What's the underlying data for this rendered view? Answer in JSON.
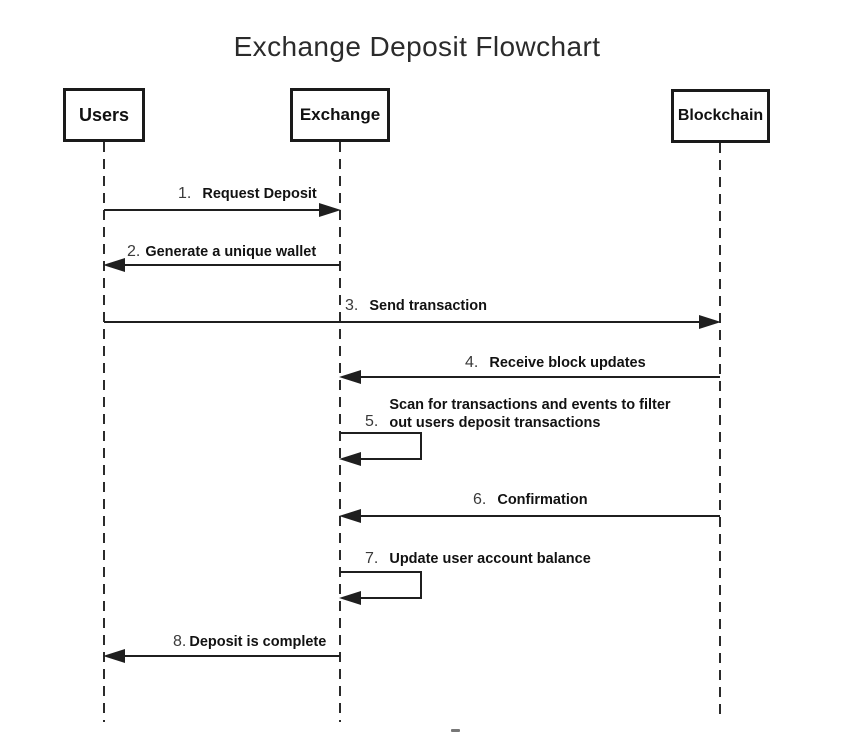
{
  "diagram": {
    "title": "Exchange Deposit Flowchart",
    "type": "sequence-diagram"
  },
  "actors": [
    {
      "label": "Users"
    },
    {
      "label": "Exchange"
    },
    {
      "label": "Blockchain"
    }
  ],
  "messages": [
    {
      "number": "1.",
      "text": "Request Deposit",
      "from": "Users",
      "to": "Exchange"
    },
    {
      "number": "2.",
      "text": "Generate a unique wallet",
      "from": "Exchange",
      "to": "Users"
    },
    {
      "number": "3.",
      "text": "Send transaction",
      "from": "Users",
      "to": "Blockchain"
    },
    {
      "number": "4.",
      "text": "Receive block updates",
      "from": "Blockchain",
      "to": "Exchange"
    },
    {
      "number": "5.",
      "text": "Scan for transactions and events to filter out users deposit transactions",
      "lines": [
        "Scan for transactions and events to filter",
        "out users deposit transactions"
      ],
      "from": "Exchange",
      "to": "Exchange",
      "self": true
    },
    {
      "number": "6.",
      "text": "Confirmation",
      "from": "Blockchain",
      "to": "Exchange"
    },
    {
      "number": "7.",
      "text": "Update user account balance",
      "from": "Exchange",
      "to": "Exchange",
      "self": true
    },
    {
      "number": "8.",
      "text": "Deposit is complete",
      "from": "Exchange",
      "to": "Users"
    }
  ],
  "colors": {
    "background": "#ffffff",
    "line": "#1f1f1f",
    "message_text": "#121212",
    "message_number": "#3a3a3a",
    "actor_border": "#1a1a1a",
    "title_text": "#2b2b2b"
  }
}
